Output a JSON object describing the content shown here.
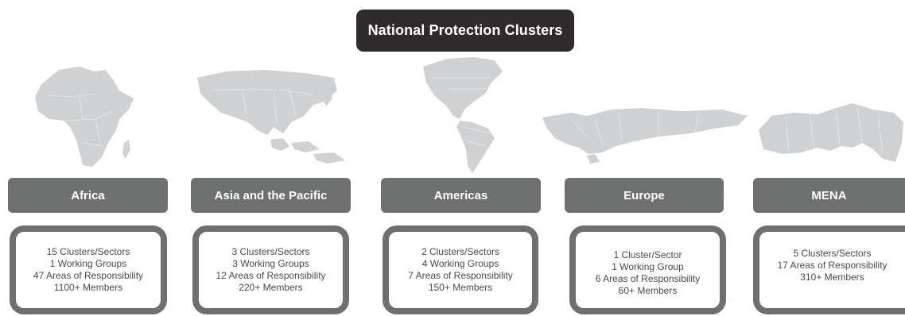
{
  "title": "National Protection Clusters",
  "colors": {
    "title_bg": "#2d2b2c",
    "header_bg": "#6e6f6f",
    "map_fill": "#cfd1d2"
  },
  "regions": [
    {
      "name": "Africa",
      "map_icon": "africa-map-icon",
      "stats": [
        "15 Clusters/Sectors",
        "1 Working Groups",
        "47 Areas of Responsibility",
        "1100+ Members"
      ]
    },
    {
      "name": "Asia and the Pacific",
      "map_icon": "asia-pacific-map-icon",
      "stats": [
        "3 Clusters/Sectors",
        "3 Working Groups",
        "12 Areas of Responsibility",
        "220+ Members"
      ]
    },
    {
      "name": "Americas",
      "map_icon": "americas-map-icon",
      "stats": [
        "2 Clusters/Sectors",
        "4 Working Groups",
        "7 Areas of Responsibility",
        "150+ Members"
      ]
    },
    {
      "name": "Europe",
      "map_icon": "europe-map-icon",
      "stats": [
        "1 Cluster/Sector",
        "1 Working Group",
        "6 Areas of Responsibility",
        "60+ Members"
      ]
    },
    {
      "name": "MENA",
      "map_icon": "mena-map-icon",
      "stats": [
        "5 Clusters/Sectors",
        "17 Areas of Responsibility",
        "310+ Members"
      ]
    }
  ]
}
